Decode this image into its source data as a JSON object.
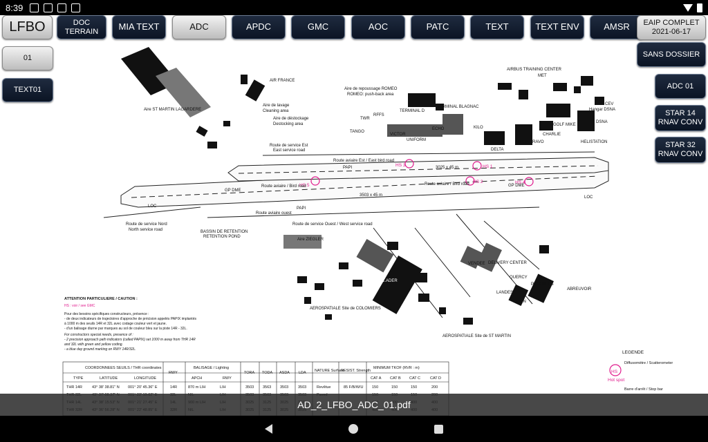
{
  "status": {
    "time": "8:39"
  },
  "toolbar": {
    "buttons": [
      "LFBO",
      "DOC TERRAIN",
      "MIA TEXT",
      "ADC",
      "APDC",
      "GMC",
      "AOC",
      "PATC",
      "TEXT",
      "TEXT ENV",
      "AMSR"
    ],
    "eaip_line1": "EAIP COMPLET",
    "eaip_line2": "2021-06-17",
    "sans_dossier": "SANS DOSSIER"
  },
  "left": {
    "btn_01": "01",
    "btn_text01": "TEXT01"
  },
  "right": {
    "adc01": "ADC 01",
    "star14": "STAR 14 RNAV CONV",
    "star32": "STAR 32 RNAV CONV"
  },
  "chart": {
    "labels": {
      "air_france": "AIR FRANCE",
      "aire_st_martin": "Aire ST MARTIN LAGARDERE",
      "aire_lavage": "Aire de lavage",
      "cleaning_area": "Cleaning area",
      "aire_destockage": "Aire de déstockage",
      "destocking_area": "Destocking area",
      "aire_repoussage": "Aire de repoussage ROMEO",
      "romeo_pushback": "ROMEO: push-back area",
      "terminal_d": "TERMINAL D",
      "terminal_blagnac": "TERMINAL BLAGNAC",
      "airbus_training": "AIRBUS TRAINING CENTER",
      "met": "MET",
      "cev": "CEV",
      "hangar_dsna": "Hangar DSNA",
      "dsna": "DSNA",
      "helistation": "HELISTATION",
      "twr": "TWR",
      "rffs": "RFFS",
      "tango": "TANGO",
      "victor": "VICTOR",
      "uniform": "UNIFORM",
      "echo": "ECHO",
      "kilo": "KILO",
      "delta": "DELTA",
      "alpha_bravo": "ALPHA BRAVO",
      "golf_mike": "GOLF MIKE",
      "charlie": "CHARLIE",
      "route_service_est": "Route de service Est",
      "east_service_road": "East service road",
      "route_aviaire_est": "Route aviaire Est / East bird road",
      "route_aviaire_bird": "Route aviaire / Bird road",
      "route_aviaire_ouest": "Route aviaire ouest",
      "route_service_ouest": "Route de service Ouest / West service road",
      "route_service_nord": "Route de service Nord",
      "north_service_road": "North service road",
      "bassin": "BASSIN DE RETENTION",
      "retention_pond": "RETENTION POND",
      "rwy_east": "3025 x 45 m",
      "rwy_west": "3503 x 45 m",
      "ziegler": "Aire ZIEGLER",
      "cader": "C.ADER",
      "aerospatiale_colomiers": "AEROSPATIALE Site de COLOMIERS",
      "aerospatiale_st_martin": "AEROSPATIALE Site de ST MARTIN",
      "landes": "LANDES",
      "tarn": "TARN",
      "quercy": "QUERCY",
      "pyrenees": "PYRENEES",
      "vendee": "VENDEE",
      "deliver_center": "DELIVERY CENTER",
      "abreuvoir": "ABREUVOIR",
      "loc": "LOC",
      "papi": "PAPI",
      "gp_dme": "GP DME",
      "legende": "LEGENDE",
      "hs_legend": "HS",
      "hot_spot": "Hot spot",
      "diffusometre": "Diffusomètre / Scatterometer",
      "barre_arret": "Barre d'arrêt / Stop bar"
    },
    "hotspots": [
      "HS 1",
      "HS 2",
      "HS 3",
      "HS 4",
      "HS 5",
      "HS 6"
    ],
    "caution_title": "ATTENTION PARTICULIERE / CAUTION :",
    "caution_hs": "HS : voir / see GMC",
    "caution_lines": [
      "Pour des besoins spécifiques constructeurs, présence :",
      "- de deux indicateurs de trajectoires d'approche de précision appelés PAPIX implantés",
      "  à 1000 m des seuils 14R et 32L avec codage couleur vert et jaune.",
      "- d'un balisage diurne par marques au sol de couleur bleu sur la piste 14R - 32L.",
      "For constructors special needs, presence of :",
      "- 2 precision approach path indicators (called PAPIX) set 1000 m away from THR 14R",
      "  and 32L with green and yellow coding.",
      "- a blue day ground marking on RWY 14R/32L."
    ],
    "table": {
      "h_coord": "COORDONNEES SEUILS / THR coordinates",
      "h_rwy": "RWY",
      "h_balisage": "BALISAGE / Lighting",
      "h_tora": "TORA",
      "h_toda": "TODA",
      "h_asda": "ASDA",
      "h_lda": "LDA",
      "h_nature": "NATURE Surface",
      "h_resist": "RESIST. Strength",
      "h_min": "MINIMUM TKOF (RVR : m)",
      "sub": [
        "TYPE",
        "LATITUDE",
        "LONGITUDE",
        "APCH",
        "RWY",
        "CAT A",
        "CAT B",
        "CAT C",
        "CAT D"
      ],
      "rows": [
        [
          "THR 14R",
          "43° 38' 38.81\" N",
          "001° 20' 45.36\" E",
          "14R",
          "870 m LIH",
          "LIH",
          "3503",
          "3563",
          "3503",
          "3503",
          "Revêtue",
          "85 F/B/W/U",
          "150",
          "150",
          "150",
          "200"
        ],
        [
          "THR 32L",
          "43° 37' 08.37\" N",
          "001° 22' 19.62\" E",
          "32L",
          "NIL",
          "LIH",
          "3503",
          "3563",
          "3503",
          "3503",
          "Paved",
          "",
          "150",
          "150",
          "150",
          "200"
        ],
        [
          "THR 14L",
          "43° 38' 15.53\" N",
          "001° 21' 27.45\" E",
          "14L",
          "900 m LIH",
          "LIH",
          "3025",
          "3125",
          "3025",
          "3025",
          "",
          "",
          "400",
          "400",
          "400",
          "400"
        ],
        [
          "THR 32R",
          "43° 36' 56.28\" N",
          "001° 22' 48.85\" E",
          "32R",
          "NIL",
          "LIH",
          "3025",
          "3125",
          "3025",
          "3025",
          "",
          "",
          "400",
          "400",
          "400",
          "400"
        ]
      ]
    }
  },
  "file": {
    "name": "AD_2_LFBO_ADC_01.pdf"
  }
}
